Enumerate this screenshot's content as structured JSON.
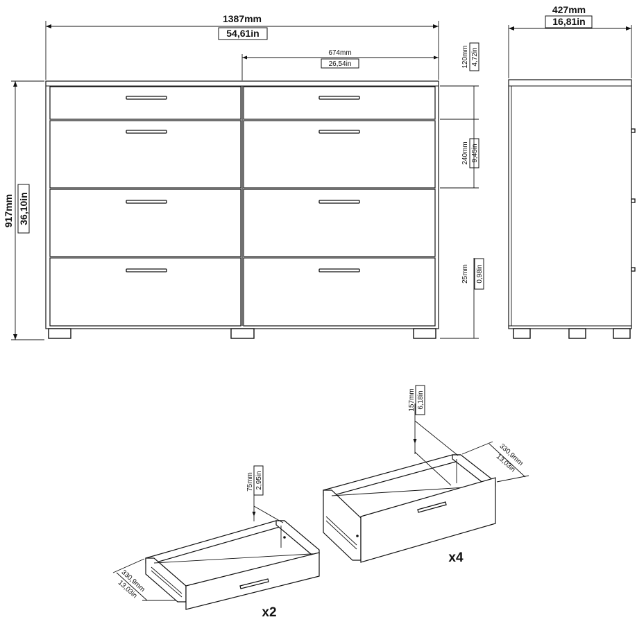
{
  "dimensions": {
    "width_mm": "1387mm",
    "width_in": "54,61in",
    "depth_mm": "427mm",
    "depth_in": "16,81in",
    "height_mm": "917mm",
    "height_in": "36,10in",
    "drawer_width_mm": "674mm",
    "drawer_width_in": "26,54in",
    "top_drawer_h_mm": "120mm",
    "top_drawer_h_in": "4,72in",
    "drawer_h_mm": "240mm",
    "drawer_h_in": "9,45in",
    "foot_h_mm": "25mm",
    "foot_h_in": "0,98in"
  },
  "small_drawer": {
    "height_mm": "75mm",
    "height_in": "2,95in",
    "depth_mm": "330,9mm",
    "depth_in": "13,03in",
    "quantity": "x2"
  },
  "large_drawer": {
    "height_mm": "157mm",
    "height_in": "6,18in",
    "depth_mm": "330,9mm",
    "depth_in": "13,03in",
    "quantity": "x4"
  }
}
